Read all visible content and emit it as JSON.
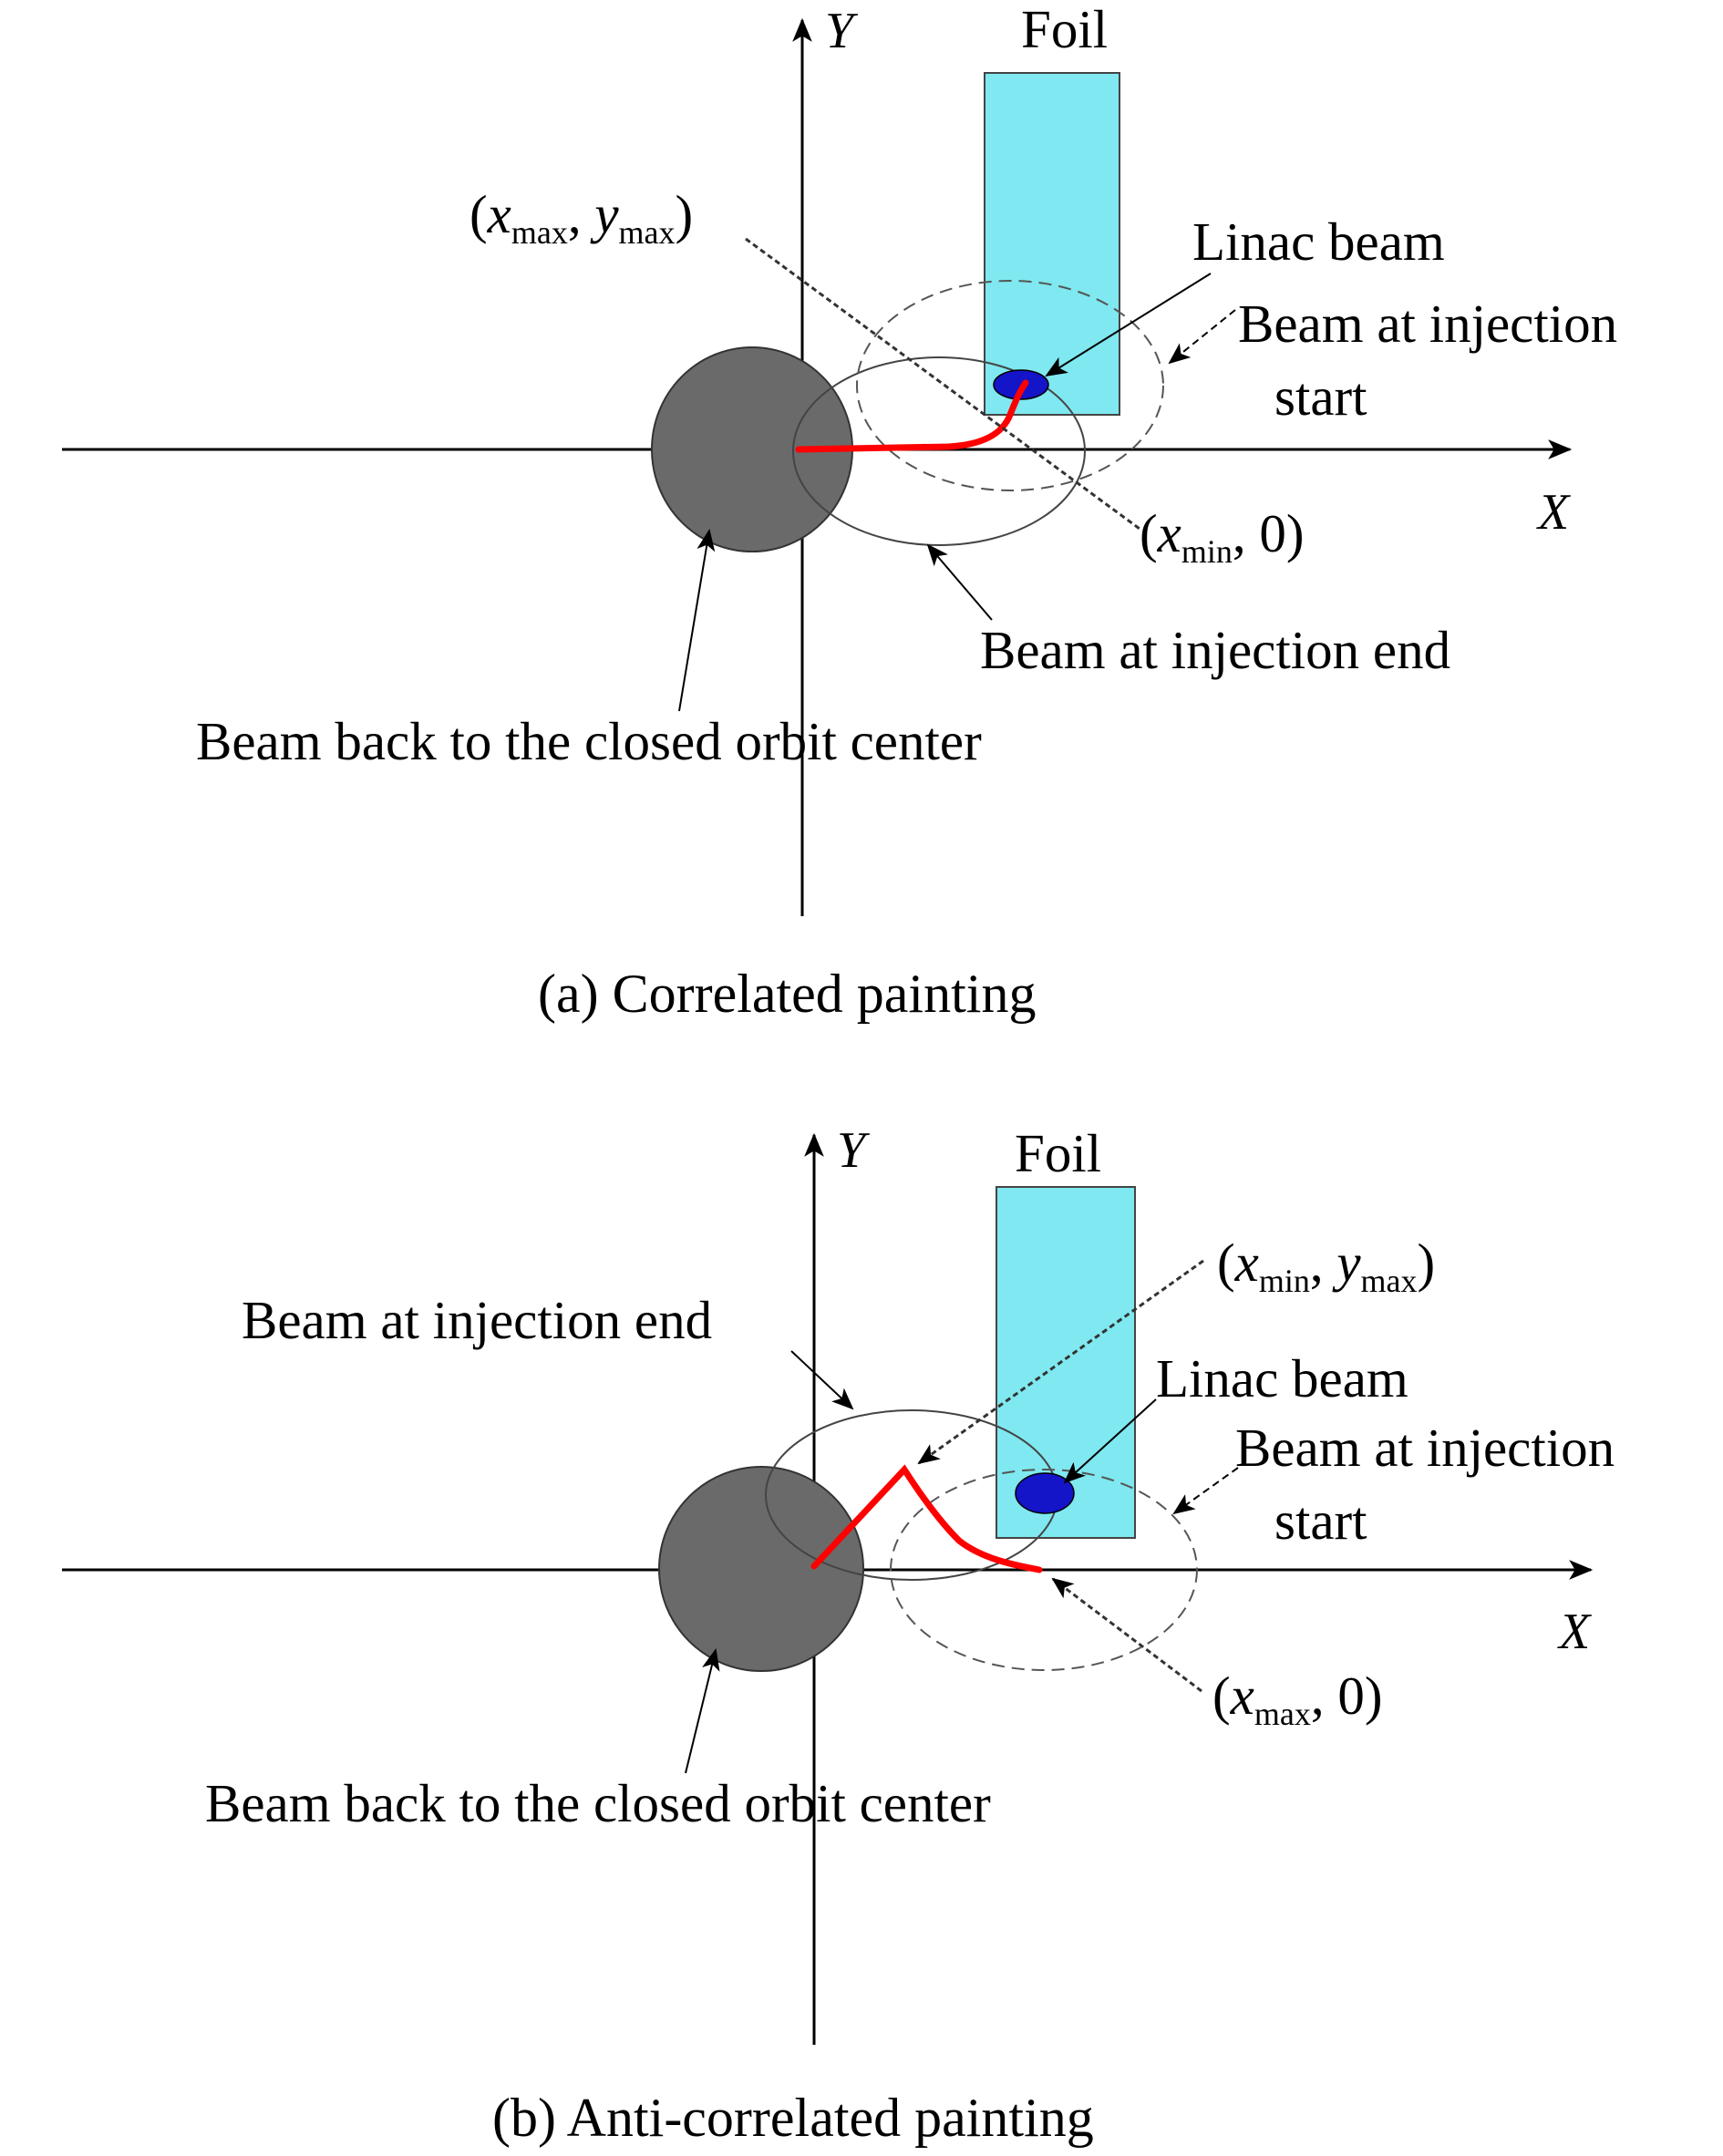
{
  "panels": [
    {
      "axis_x": "X",
      "axis_y": "Y",
      "foil_label": "Foil",
      "linac_label": "Linac beam",
      "start_label_line1": "Beam at injection",
      "start_label_line2": "start",
      "end_label": "Beam at injection end",
      "closed_orbit_label": "Beam back to the closed orbit center",
      "pt1": {
        "open": "(",
        "v1": "x",
        "s1": "max",
        "sep": ", ",
        "v2": "y",
        "s2": "max",
        "close": ")"
      },
      "pt2": {
        "open": "(",
        "v1": "x",
        "s1": "min",
        "sep": ", ",
        "v2": "0",
        "close": ")"
      },
      "caption": "(a) Correlated painting"
    },
    {
      "axis_x": "X",
      "axis_y": "Y",
      "foil_label": "Foil",
      "linac_label": "Linac beam",
      "start_label_line1": "Beam at injection",
      "start_label_line2": "start",
      "end_label": "Beam at injection end",
      "closed_orbit_label": "Beam back to the closed orbit center",
      "pt1": {
        "open": "(",
        "v1": "x",
        "s1": "min",
        "sep": ", ",
        "v2": "y",
        "s2": "max",
        "close": ")"
      },
      "pt2": {
        "open": "(",
        "v1": "x",
        "s1": "max",
        "sep": ", ",
        "v2": "0",
        "close": ")"
      },
      "caption": "(b) Anti-correlated painting"
    }
  ],
  "colors": {
    "foil": "#7fe8f0",
    "closed_orbit_beam": "#6a6a6a",
    "linac_beam": "#1414c8",
    "painting_path": "#ff0000"
  }
}
